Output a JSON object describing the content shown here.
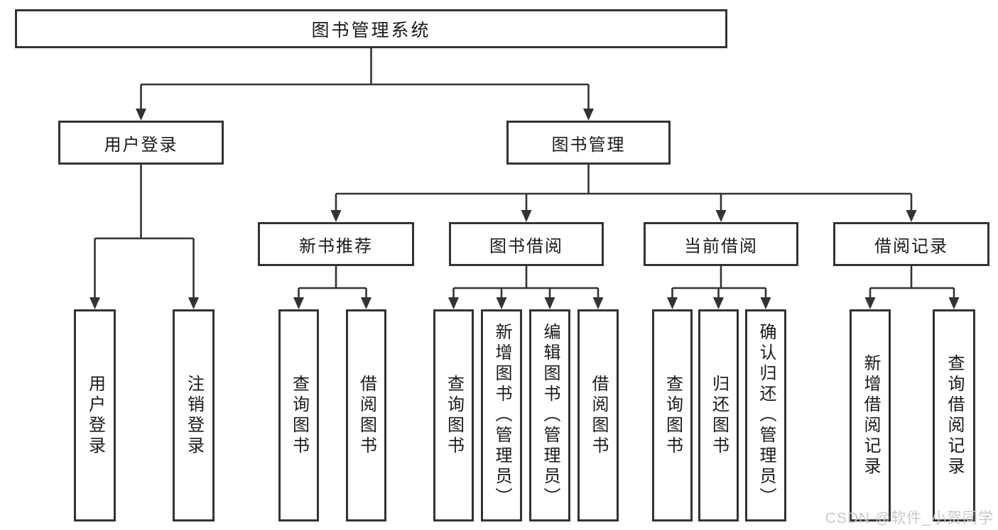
{
  "diagram": {
    "tree": {
      "label": "图书管理系统",
      "children": [
        {
          "label": "用户登录",
          "children": [
            {
              "label": "用户登录"
            },
            {
              "label": "注销登录"
            }
          ]
        },
        {
          "label": "图书管理",
          "children": [
            {
              "label": "新书推荐",
              "children": [
                {
                  "label": "查询图书"
                },
                {
                  "label": "借阅图书"
                }
              ]
            },
            {
              "label": "图书借阅",
              "children": [
                {
                  "label": "查询图书"
                },
                {
                  "label": "新增图书（管理员）"
                },
                {
                  "label": "编辑图书（管理员）"
                },
                {
                  "label": "借阅图书"
                }
              ]
            },
            {
              "label": "当前借阅",
              "children": [
                {
                  "label": "查询图书"
                },
                {
                  "label": "归还图书"
                },
                {
                  "label": "确认归还（管理员）"
                }
              ]
            },
            {
              "label": "借阅记录",
              "children": [
                {
                  "label": "新增借阅记录"
                },
                {
                  "label": "查询借阅记录"
                }
              ]
            }
          ]
        }
      ]
    },
    "colors": {
      "line": "#333333",
      "text": "#1a1a1a",
      "node_fill": "#ffffff",
      "watermark": "#c6c6c6"
    }
  },
  "watermark": {
    "text": "CSDN @软件_小贺同学"
  }
}
